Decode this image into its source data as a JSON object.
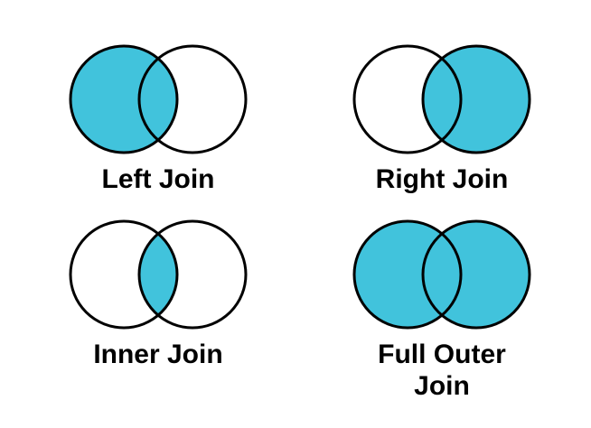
{
  "canvas": {
    "background": "#FFFFFF"
  },
  "colors": {
    "join_fill": "#41C3DC",
    "empty_fill": "#FFFFFF",
    "circle_outline": "#000000",
    "label_text": "#000000"
  },
  "diagrams": [
    {
      "id": "left-join",
      "label": "Left Join",
      "fills": {
        "left": "#41C3DC",
        "right": "#FFFFFF",
        "intersection": "#41C3DC"
      }
    },
    {
      "id": "right-join",
      "label": "Right Join",
      "fills": {
        "left": "#FFFFFF",
        "right": "#41C3DC",
        "intersection": "#41C3DC"
      }
    },
    {
      "id": "inner-join",
      "label": "Inner Join",
      "fills": {
        "left": "#FFFFFF",
        "right": "#FFFFFF",
        "intersection": "#41C3DC"
      }
    },
    {
      "id": "full-outer-join",
      "label": "Full Outer Join",
      "fills": {
        "left": "#41C3DC",
        "right": "#41C3DC",
        "intersection": "#41C3DC"
      }
    }
  ]
}
